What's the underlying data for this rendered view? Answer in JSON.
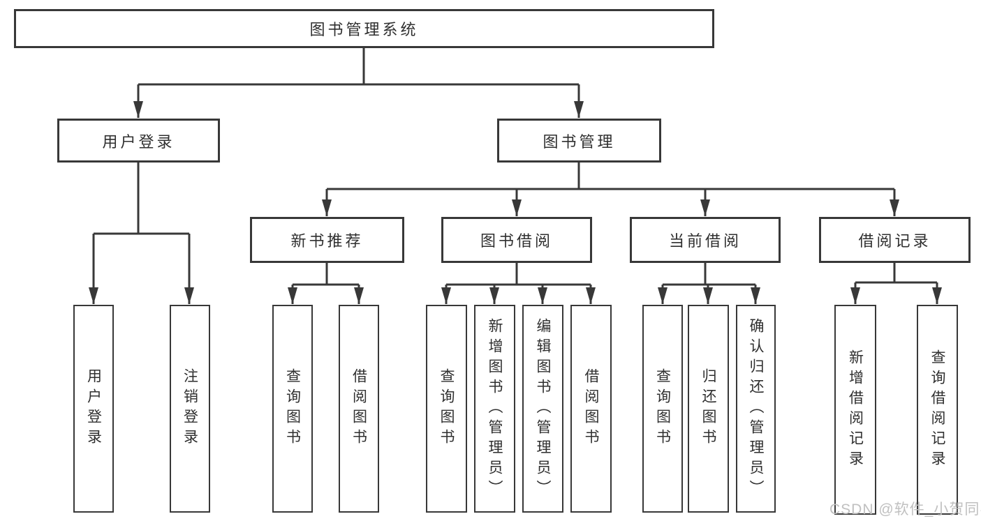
{
  "diagram": {
    "title": "图书管理系统",
    "root": {
      "label": "图书管理系统"
    },
    "branches": [
      {
        "label": "用户登录",
        "children": [
          {
            "label": "用户登录"
          },
          {
            "label": "注销登录"
          }
        ]
      },
      {
        "label": "图书管理",
        "children": [
          {
            "label": "新书推荐",
            "children": [
              {
                "label": "查询图书"
              },
              {
                "label": "借阅图书"
              }
            ]
          },
          {
            "label": "图书借阅",
            "children": [
              {
                "label": "查询图书"
              },
              {
                "label": "新增图书（管理员）"
              },
              {
                "label": "编辑图书（管理员）"
              },
              {
                "label": "借阅图书"
              }
            ]
          },
          {
            "label": "当前借阅",
            "children": [
              {
                "label": "查询图书"
              },
              {
                "label": "归还图书"
              },
              {
                "label": "确认归还（管理员）"
              }
            ]
          },
          {
            "label": "借阅记录",
            "children": [
              {
                "label": "新增借阅记录"
              },
              {
                "label": "查询借阅记录"
              }
            ]
          }
        ]
      }
    ]
  },
  "watermark": {
    "text": "CSDN @软件_小贺同学"
  },
  "colors": {
    "line": "#383838",
    "text": "#2f2f2f",
    "watermark": "#c0c0c0",
    "background": "#ffffff"
  }
}
